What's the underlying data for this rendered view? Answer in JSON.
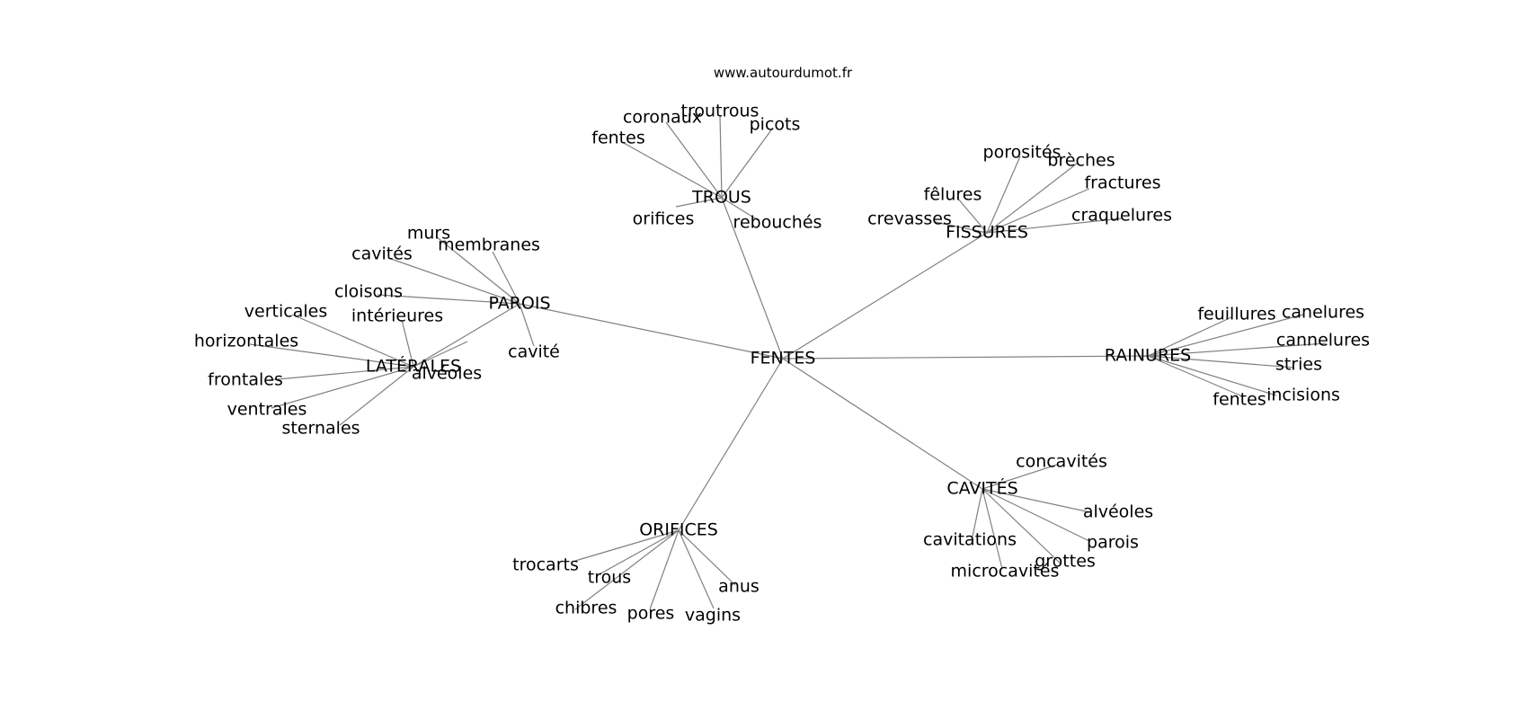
{
  "site": "www.autourdumot.fr",
  "edge_color": "#808080",
  "graph": {
    "center": "FENTES",
    "groups": [
      {
        "hub": "TROUS",
        "words": [
          "troutrous",
          "coronaux",
          "picots",
          "fentes",
          "orifices",
          "rebouchés"
        ]
      },
      {
        "hub": "FISSURES",
        "words": [
          "porosités",
          "brèches",
          "fractures",
          "fêlures",
          "crevasses",
          "craquelures"
        ]
      },
      {
        "hub": "PAROIS",
        "words": [
          "murs",
          "membranes",
          "cavités",
          "cloisons",
          "cavité"
        ]
      },
      {
        "hub": "LATÉRALES",
        "words": [
          "verticales",
          "intérieures",
          "horizontales",
          "frontales",
          "ventrales",
          "sternales",
          "alvéoles"
        ]
      },
      {
        "hub": "RAINURES",
        "words": [
          "feuillures",
          "canelures",
          "cannelures",
          "stries",
          "incisions",
          "fentes"
        ]
      },
      {
        "hub": "CAVITÉS",
        "words": [
          "concavités",
          "alvéoles",
          "parois",
          "grottes",
          "microcavités",
          "cavitations"
        ]
      },
      {
        "hub": "ORIFICES",
        "words": [
          "trocarts",
          "trous",
          "chibres",
          "pores",
          "vagins",
          "anus"
        ]
      }
    ]
  }
}
